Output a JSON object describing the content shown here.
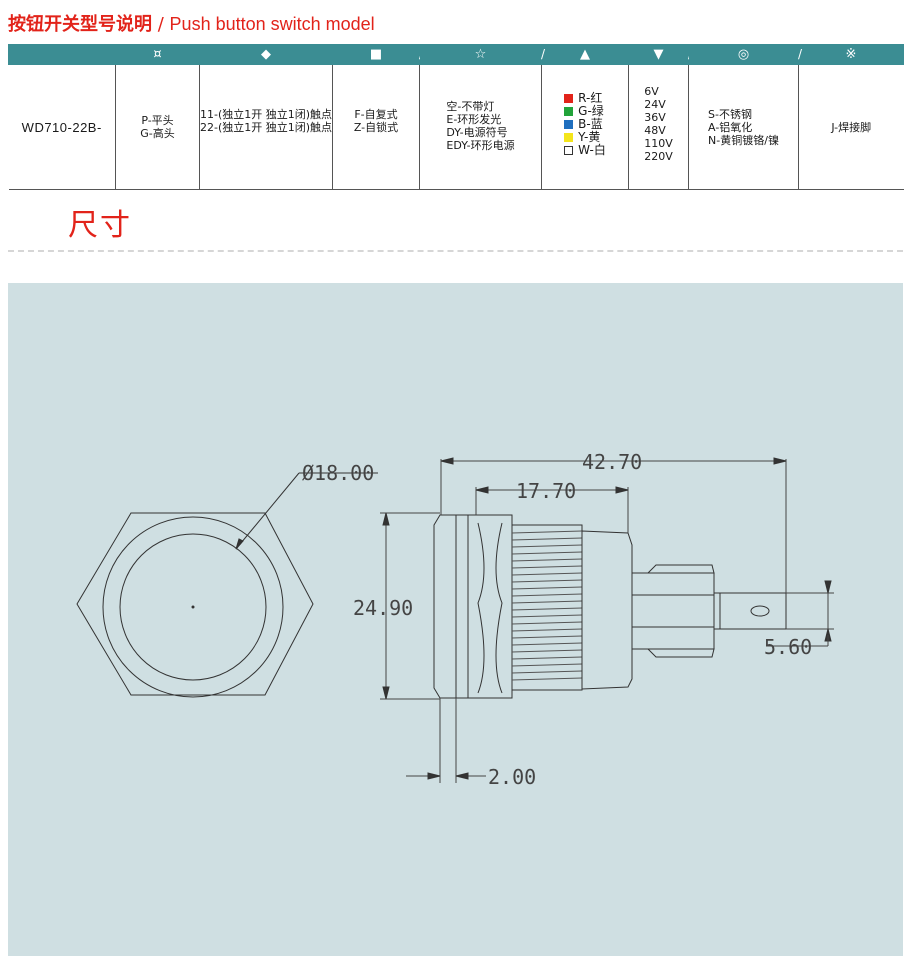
{
  "header": {
    "title_cn": "按钮开关型号说明",
    "separator": "/",
    "title_en": "Push button switch model"
  },
  "table": {
    "symbols": [
      "",
      "¤",
      "◆",
      "■",
      "/",
      "☆",
      "/",
      "▲",
      "▼",
      "/",
      "◎",
      "/",
      "※"
    ],
    "model": "WD710-22B-",
    "head_type": [
      "P-平头",
      "G-高头"
    ],
    "contacts": [
      "11-(独立1开 独立1闭)触点",
      "22-(独立1开 独立1闭)触点"
    ],
    "action": [
      "F-自复式",
      "Z-自锁式"
    ],
    "light": [
      "空-不带灯",
      "E-环形发光",
      "DY-电源符号",
      "EDY-环形电源"
    ],
    "colors": [
      {
        "swatch": "#e2231a",
        "label": "R-红"
      },
      {
        "swatch": "#22a33a",
        "label": "G-绿"
      },
      {
        "swatch": "#1f6fbf",
        "label": "B-蓝"
      },
      {
        "swatch": "#f4e51b",
        "label": "Y-黄"
      },
      {
        "swatch": "#ffffff",
        "label": "W-白"
      }
    ],
    "voltages": [
      "6V",
      "24V",
      "36V",
      "48V",
      "110V",
      "220V"
    ],
    "materials": [
      "S-不锈钢",
      "A-铝氧化",
      "N-黄铜镀铬/镍"
    ],
    "terminal": "J-焊接脚"
  },
  "section_title": "尺寸",
  "drawing": {
    "diameter": "Ø18.00",
    "total_length": "42.70",
    "thread_length": "17.70",
    "height": "24.90",
    "flange": "2.00",
    "terminal_pitch": "5.60"
  }
}
